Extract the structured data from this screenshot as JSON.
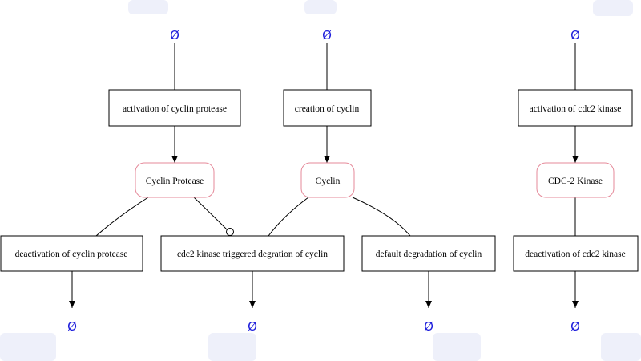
{
  "diagram": {
    "empty_set_symbol": "Ø",
    "species": {
      "cyclin_protease": "Cyclin Protease",
      "cyclin": "Cyclin",
      "cdc2_kinase": "CDC-2 Kinase"
    },
    "reactions": {
      "activation_cyclin_protease": "activation of cyclin protease",
      "creation_cyclin": "creation of cyclin",
      "activation_cdc2_kinase": "activation of cdc2 kinase",
      "deactivation_cyclin_protease": "deactivation of cyclin protease",
      "cdc2_triggered_degradation": "cdc2 kinase triggered degration of cyclin",
      "default_degradation_cyclin": "default degradation of cyclin",
      "deactivation_cdc2_kinase": "deactivation of cdc2 kinase"
    },
    "colors": {
      "empty_set": "#1f1fdc",
      "species_border": "#e58a9a",
      "edge": "#000000"
    }
  }
}
